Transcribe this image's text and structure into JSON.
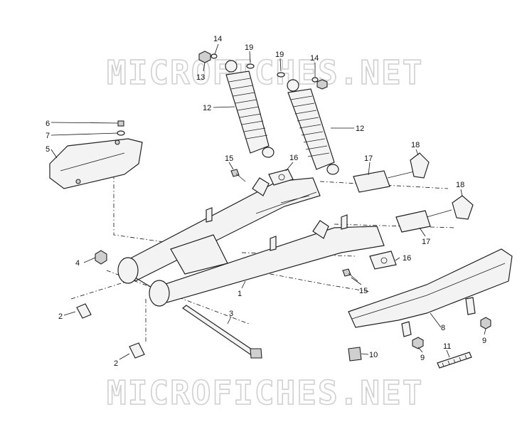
{
  "watermark": {
    "text_top": "MICROFICHES.NET",
    "text_bottom": "MICROFICHES.NET"
  },
  "callouts": [
    {
      "label": "1"
    },
    {
      "label": "2"
    },
    {
      "label": "2"
    },
    {
      "label": "3"
    },
    {
      "label": "4"
    },
    {
      "label": "5"
    },
    {
      "label": "6"
    },
    {
      "label": "7"
    },
    {
      "label": "8"
    },
    {
      "label": "9"
    },
    {
      "label": "9"
    },
    {
      "label": "10"
    },
    {
      "label": "11"
    },
    {
      "label": "12"
    },
    {
      "label": "12"
    },
    {
      "label": "13"
    },
    {
      "label": "14"
    },
    {
      "label": "14"
    },
    {
      "label": "15"
    },
    {
      "label": "15"
    },
    {
      "label": "16"
    },
    {
      "label": "16"
    },
    {
      "label": "17"
    },
    {
      "label": "17"
    },
    {
      "label": "18"
    },
    {
      "label": "18"
    },
    {
      "label": "19"
    },
    {
      "label": "19"
    }
  ]
}
